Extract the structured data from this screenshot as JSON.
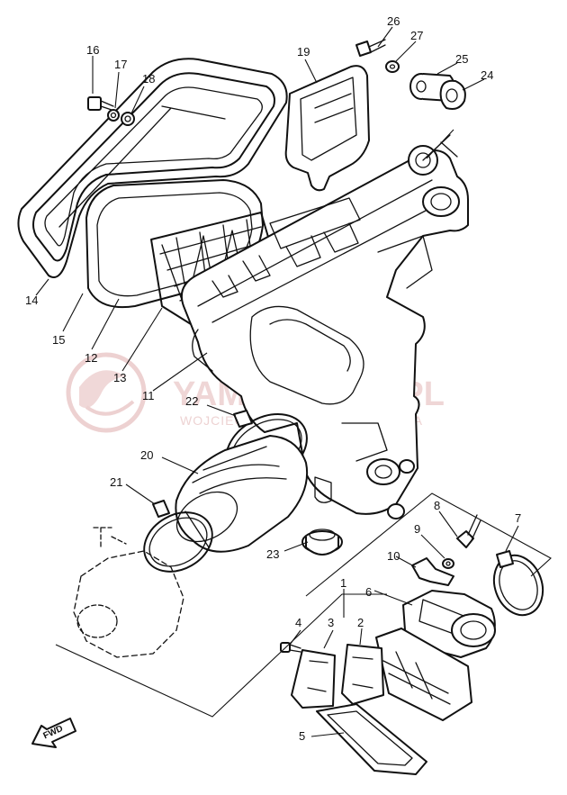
{
  "diagram": {
    "callouts": [
      "1",
      "2",
      "3",
      "4",
      "5",
      "6",
      "7",
      "8",
      "9",
      "10",
      "11",
      "12",
      "13",
      "14",
      "15",
      "16",
      "17",
      "18",
      "19",
      "20",
      "21",
      "22",
      "23",
      "24",
      "25",
      "26",
      "27"
    ],
    "watermark": {
      "brand": "YAMA-SKLEP.PL",
      "subtitle": "WOJCIECHOWICZ DEALER YAMAHA"
    },
    "direction_label": "FWD",
    "colors": {
      "line": "#111111",
      "watermark": "#e2b5b5",
      "background": "#ffffff"
    }
  }
}
